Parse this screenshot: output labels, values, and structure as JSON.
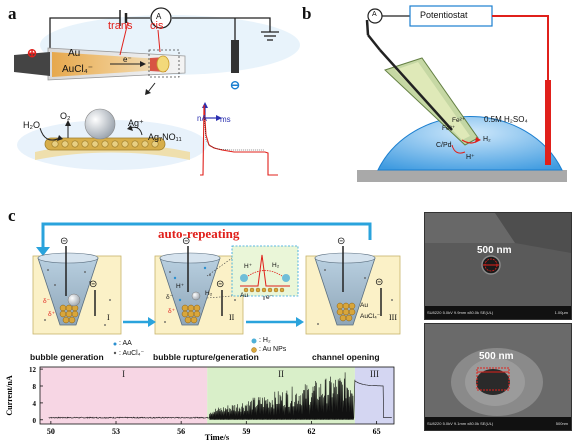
{
  "panels": {
    "a": "a",
    "b": "b",
    "c": "c"
  },
  "panel_a": {
    "ammeter": "A",
    "trans": "trans",
    "cis": "cis",
    "au": "Au",
    "aucl4": "AuCl₄⁻",
    "electron": "e⁻",
    "plus": "⊕",
    "minus": "⊖",
    "h2o": "H₂O",
    "o2": "O₂",
    "ag_plus": "Ag⁺",
    "ag7no11": "Ag₇NO₁₁",
    "trace_y": "nA",
    "trace_x": "ms"
  },
  "panel_b": {
    "ammeter": "A",
    "potentiostat": "Potentiostat",
    "fe2": "Fe²⁺",
    "fe3": "Fe³⁺",
    "cpd": "C/Pd",
    "h2": "H₂",
    "hplus": "H⁺",
    "electrolyte": "0.5M H₂SO₄"
  },
  "panel_c": {
    "title": "auto-repeating",
    "ground": "⊝",
    "stages": [
      "bubble generation",
      "bubble rupture/generation",
      "channel opening"
    ],
    "stage_numerals": [
      "I",
      "II",
      "III"
    ],
    "legend_left": [
      ": AA",
      ": AuCl₄⁻"
    ],
    "legend_right": [
      ": H₂",
      ": Au NPs"
    ],
    "inset": {
      "hplus": "H⁺",
      "h2": "H₂",
      "electron": "e⁻",
      "au": "Au"
    },
    "cone_labels": {
      "delta_minus": "δ⁻",
      "delta_plus": "δ⁺",
      "au": "Au",
      "aucl4": "AuCl₄⁻",
      "hplus": "H⁺",
      "h2": "H₂"
    }
  },
  "chart_data": {
    "type": "line",
    "xlabel": "Time/s",
    "ylabel": "Current/nA",
    "x_ticks": [
      50,
      53,
      56,
      59,
      62,
      65
    ],
    "y_ticks": [
      0,
      4,
      8,
      12
    ],
    "xlim": [
      49.5,
      65.8
    ],
    "ylim": [
      -1,
      12.5
    ],
    "regions": [
      {
        "label": "I",
        "from": 49.5,
        "to": 57.2,
        "color": "#f7d6e4"
      },
      {
        "label": "II",
        "from": 57.2,
        "to": 64.0,
        "color": "#d9efc9"
      },
      {
        "label": "III",
        "from": 64.0,
        "to": 65.8,
        "color": "#d4d6f2"
      }
    ],
    "series": [
      {
        "baseline": 0.5,
        "spikes_start": 57.3,
        "spikes_end": 63.9,
        "max_spike": 11.3,
        "step_time": 64.0,
        "step_level": 8.0,
        "step_end": 65.3
      }
    ]
  },
  "sem": {
    "top": {
      "label": "500 nm",
      "footer_left": "SU8220 5.0kV 9.9mm x80.0k SE(UL)",
      "footer_right": "1.00μm"
    },
    "bottom": {
      "label": "500 nm",
      "footer_left": "SU8220 5.0kV 9.1mm x80.0k SE(UL)",
      "footer_right": "500nm"
    }
  },
  "colors": {
    "red": "#e0201b",
    "blue": "#1b7fd0",
    "cyan": "#2aa3dc",
    "gold": "#d9a63a"
  }
}
